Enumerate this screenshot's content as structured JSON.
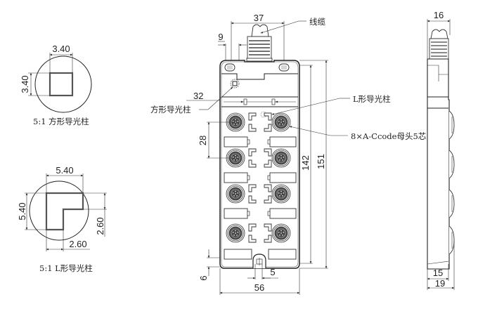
{
  "square_detail": {
    "width_dim": "3.40",
    "height_dim": "3.40",
    "caption": "5:1 方形导光柱"
  },
  "l_detail": {
    "width_dim": "5.40",
    "height_dim": "5.40",
    "inner_height_dim": "2.60",
    "inner_width_dim": "2.60",
    "caption": "5:1 L形导光柱"
  },
  "front_view": {
    "cable_width_dim": "37",
    "hole_width_dim": "9",
    "label_cable": "线缆",
    "dim_32": "32",
    "label_square_led": "方形导光柱",
    "label_l_led": "L形导光柱",
    "label_connectors": "8×A-Ccode母头5芯",
    "pitch_dim": "28",
    "inner_height_dim": "142",
    "total_height_dim": "151",
    "bottom_offset_dim": "6",
    "bottom_slot_dim": "5",
    "total_width_dim": "56",
    "connector_rows": 4,
    "connector_cols": 2
  },
  "side_view": {
    "top_width_dim": "16",
    "body_width_dim": "15",
    "total_width_dim": "19"
  }
}
